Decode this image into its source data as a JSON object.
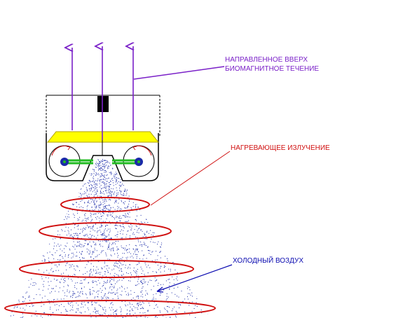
{
  "labels": {
    "upward_flow_line1": "НАПРАВЛЕННОЕ ВВЕРХ",
    "upward_flow_line2": "БИОМАГНИТНОЕ ТЕЧЕНИЕ",
    "heating_radiation": "НАГРЕВАЮЩЕЕ ИЗЛУЧЕНИЕ",
    "cold_air": "ХОЛОДНЫЙ ВОЗДУХ"
  },
  "colors": {
    "upward_flow": "#7a20c8",
    "heating_radiation": "#d01010",
    "cold_air": "#0a0ab0",
    "particles": "#1a2aa8",
    "plate": "#ffff00",
    "axle": "#22bb22",
    "block": "#000000",
    "rotor_arrow": "#cc1111"
  },
  "icons": {
    "arrows": "up-arrow-icon",
    "rotors": "rotor-icon",
    "rings": "ellipse-ring"
  }
}
